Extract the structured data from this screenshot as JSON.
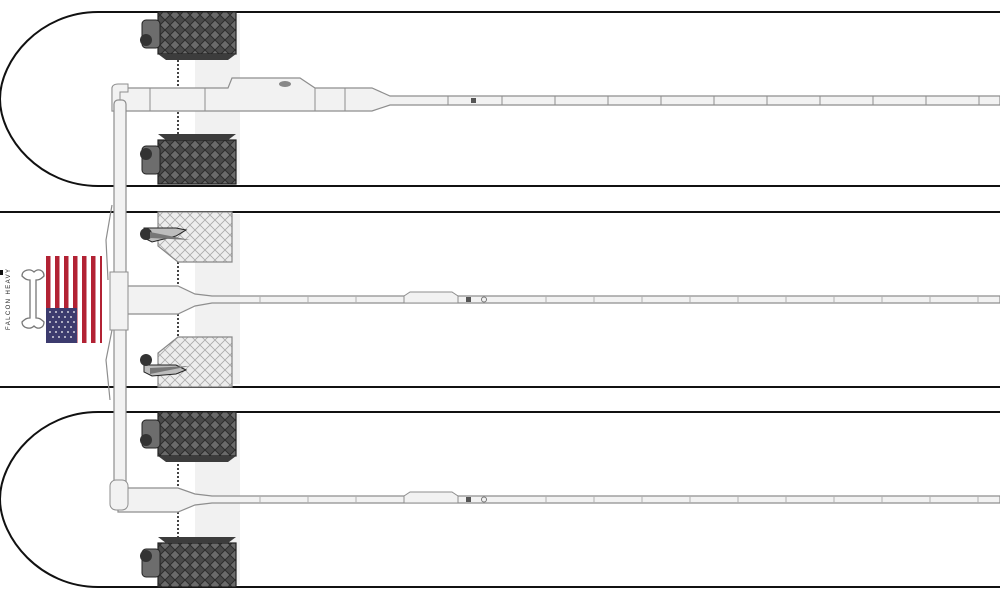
{
  "diagram": {
    "brand_text": "FALCON HEAVY",
    "colors": {
      "outline": "#111111",
      "structure_fill": "#f2f2f2",
      "structure_stroke": "#8e8e8e",
      "grid_fin_fill": "#5a5a5a",
      "grid_fin_dark": "#3c3c3c",
      "grid_fin_open_fill": "#e4e4e4",
      "flag_red": "#b22234",
      "flag_blue": "#3c3b6e",
      "flag_white": "#ffffff"
    },
    "icons": {
      "flag": "us-flag-icon",
      "logo": "spacex-logo-icon"
    },
    "boosters": [
      {
        "role": "side-booster",
        "nose": "rounded",
        "grid_fins": "stowed"
      },
      {
        "role": "center-core",
        "nose": "flat",
        "grid_fins": "stowed-open"
      },
      {
        "role": "side-booster",
        "nose": "rounded",
        "grid_fins": "stowed"
      }
    ]
  }
}
